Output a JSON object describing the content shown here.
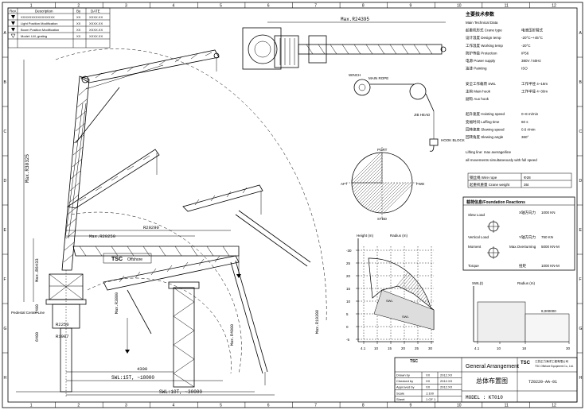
{
  "border": {
    "cols": [
      "1",
      "2",
      "3",
      "4",
      "5",
      "6",
      "7",
      "8",
      "9",
      "10",
      "11",
      "12"
    ],
    "rows": [
      "A",
      "B",
      "C",
      "D",
      "E",
      "F",
      "G",
      "H"
    ]
  },
  "revision_table": {
    "headers": [
      "Rev.",
      "Description",
      "By",
      "DATE"
    ],
    "rows": [
      {
        "rev": "",
        "desc": "XXXXXXXXXXXXXXXX",
        "by": "XX",
        "date": "XXXX.XX"
      },
      {
        "rev": "",
        "desc": "Light Position Modification",
        "by": "XX",
        "date": "XXXX.XX"
      },
      {
        "rev": "",
        "desc": "Boom Position Modification",
        "by": "XX",
        "date": "XXXX.XX"
      },
      {
        "rev": "",
        "desc": "Model: LM, grating",
        "by": "XX",
        "date": "XXXX.XX"
      }
    ]
  },
  "dimensions": {
    "top_span": "Max.R24395",
    "mast_height": "Max.R30325",
    "boom_len": "Max.R20250",
    "mid_radius": "R20290",
    "left_height": "Max.R6433",
    "h7400": "7400",
    "h6400": "6400",
    "r2250": "R2250",
    "r1907": "R1907",
    "r3880": "Max.R3880",
    "r4900": "Max.R4900",
    "r19398": "Max.R19398",
    "r4300": "4300",
    "swl1": "SWL:15T, ~18000",
    "swl2": "SWL:10T, ~30000"
  },
  "labels": {
    "logo": "TSC",
    "logo_sub": "Offshore",
    "winch": "WINCH",
    "main_rope": "MAIN ROPE",
    "jib_head": "JIB HEAD",
    "hook_block": "HOOK BLOCK",
    "port": "PORT",
    "aft": "AFT",
    "fwd": "FWD",
    "stbd": "STBD",
    "pedestal_note": "Pedestal Center Line",
    "load_chart_title": "Load Chart",
    "hatch1": "SWL",
    "hatch2": "SWL",
    "small_chart_label": "8,000000"
  },
  "spec_block": {
    "title": "主要技术参数",
    "lines": [
      "Main Technical Data",
      "起重机形式 Crane type",
      "设计温度 Design temp",
      "工作温度 Working temp",
      "防护等级 Protection",
      "电源 Power supply",
      "油漆 Painting",
      "",
      "安全工作载荷 SWL",
      "主钩 Main hook",
      "副钩 Aux hook",
      "",
      "起升速度 Hoisting speed",
      "变幅时间 Luffing time",
      "回转速度 Slewing speed",
      "回转角度 Slewing angle",
      "",
      "Lifting line: max average/line",
      "all movements simultaneously with full speed"
    ],
    "values": [
      "",
      "电液压折臂式",
      "-20°C~+45°C",
      "-20°C",
      "IP56",
      "380V / 50Hz",
      "ISO",
      "",
      "工作半径 4~18m",
      "工作半径 4~30m",
      "",
      "",
      "0~8 m/min",
      "60 s",
      "0.6 r/min",
      "360°",
      "",
      "",
      ""
    ],
    "small_rows": [
      "钢丝绳 Wire rope",
      "起重机重量 Crane weight"
    ],
    "small_vals": [
      "Φ28",
      "35t"
    ]
  },
  "load_box": {
    "title": "载荷信息/Foundation Reactions",
    "rows": [
      {
        "k": "Slew Load",
        "v1": "X轴方向力",
        "v2": "1000 KN"
      },
      {
        "k": "Vertical Load",
        "v1": "Y轴方向力",
        "v2": "750 KN"
      },
      {
        "k": "Moment",
        "v1": "Max.Overturning",
        "v2": "5000 KN-M"
      },
      {
        "k": "Torque",
        "v1": "扭矩",
        "v2": "1000 KN-M"
      }
    ]
  },
  "chart_axes": {
    "left_y_title": "Height (m)",
    "left_x_title": "Radius (m)",
    "left_y_ticks": [
      "-30",
      "25",
      "20",
      "15",
      "10",
      "5",
      "0",
      "-5"
    ],
    "left_x_ticks": [
      "4.1",
      "10",
      "15",
      "20",
      "25",
      "30"
    ],
    "right_y_title": "SWL(t)",
    "right_x_title": "Radius (m)",
    "right_x_ticks": [
      "4.1",
      "10",
      "18",
      "30"
    ]
  },
  "title_block": {
    "company_cn": "TSC",
    "company_name": "江苏正力海洋工程有限公司",
    "company_en": "TSC Offshore Equipment Co., Ltd.",
    "drawing_title_cn": "总体布置图",
    "drawing_title_en": "General Arrangement",
    "model": "MODEL : KT010",
    "dwg_no": "TZ0220-AA-01",
    "rows": [
      {
        "k": "Drawn by",
        "v": "XX",
        "d": "2012.XX"
      },
      {
        "k": "Checked by",
        "v": "XX",
        "d": "2012.XX"
      },
      {
        "k": "Approved by",
        "v": "XX",
        "d": "2012.XX"
      },
      {
        "k": "Scale",
        "v": "1:100",
        "d": ""
      },
      {
        "k": "Sheet",
        "v": "1 OF 1",
        "d": ""
      }
    ]
  }
}
